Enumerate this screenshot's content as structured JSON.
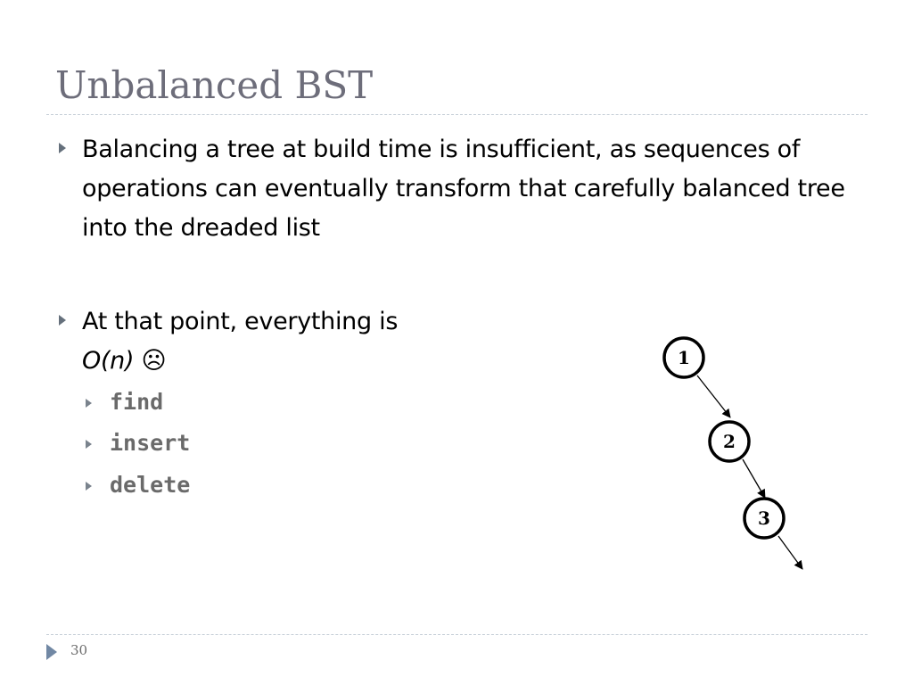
{
  "slide": {
    "title": "Unbalanced BST",
    "bullet1": "Balancing a tree at build time is insufficient, as sequences of operations can eventually transform that carefully balanced tree into the dreaded list",
    "bullet2_line1": "At that point, everything is",
    "bullet2_complexity": "O(n)",
    "bullet2_emoji": "☹",
    "ops": [
      "find",
      "insert",
      "delete"
    ],
    "page_number": "30"
  },
  "tree": {
    "nodes": [
      {
        "label": "1"
      },
      {
        "label": "2"
      },
      {
        "label": "3"
      }
    ]
  }
}
